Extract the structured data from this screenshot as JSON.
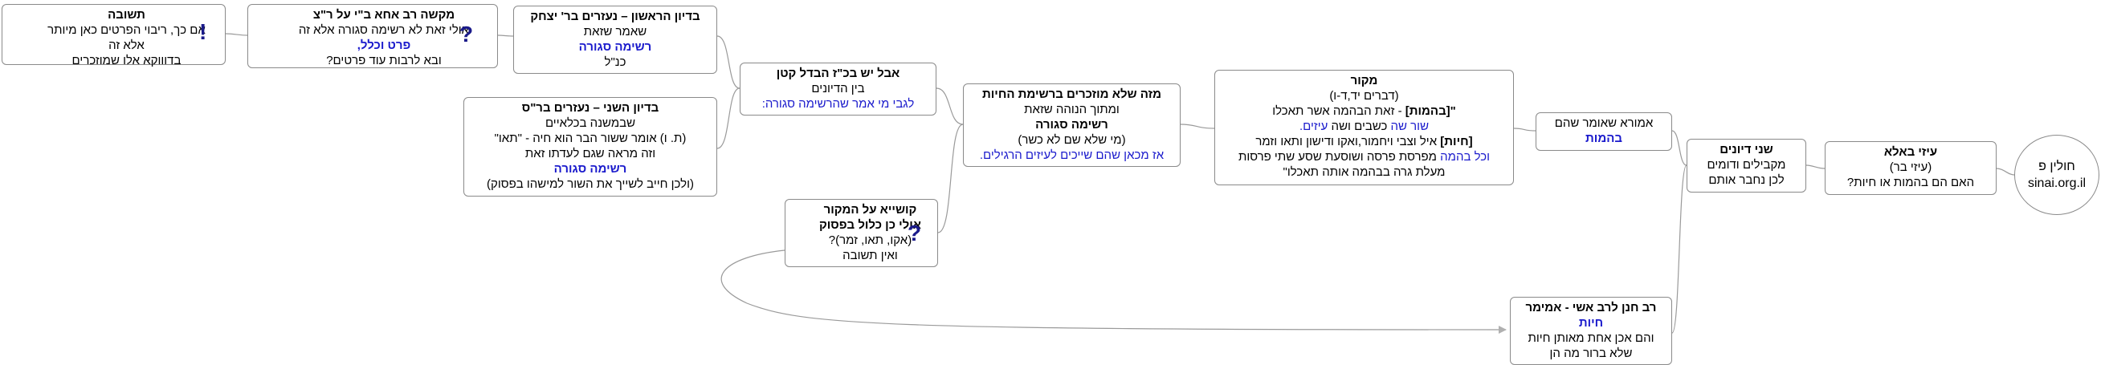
{
  "root": {
    "line1": "חולין פ",
    "line2": "sinai.org.il"
  },
  "n_izzi": {
    "title": "עיזי באלא",
    "l1": "(עיזי בר)",
    "l2": "האם הם בהמות או חיות?"
  },
  "n_shnei": {
    "title": "שני דיונים",
    "l1": "מקבילים ודומים",
    "l2": "לכן נחבר אותם"
  },
  "n_amora": {
    "l1": "אמורא שאומר שהם",
    "l2": "בהמות"
  },
  "n_makor": {
    "title": "מקור",
    "l1": "(דברים יד,ד-ו)",
    "l2a": "\"[בהמות]",
    "l2b": " - זאת הבהמה אשר תאכלו",
    "l3a": "שור",
    "l3b": "שה",
    "l3c": " כשבים ושה ",
    "l3d": "עיזים.",
    "l4a": "[חיות]",
    "l4b": " איל וצבי ויחמור,ואקו ודישון ותאו וזמר",
    "l5a": "וכל בהמה",
    "l5b": " מפרסת פרסה ושוסעת שסע שתי פרסות",
    "l6": "מעלת גרה בבהמה אותה תאכלו\""
  },
  "n_mize": {
    "title": "מזה שלא מוזכרים ברשימת החיות",
    "l1": "ומתוך הנוהה שזאת",
    "l2": "רשימה סגורה",
    "l3": "(מי שלא שם לא כשר)",
    "l4": "אז מכאן שהם שייכים לעיזים הרגילים."
  },
  "n_aval": {
    "title": "אבל יש בכ\"ז הבדל קטן",
    "l1": "בין הדיונים",
    "l2": "לגבי מי אמר שהרשימה סגורה:"
  },
  "n_dion1": {
    "title": "בדיון הראשון – נעזרים בר' יצחק",
    "l1": "שאמר שזאת",
    "l2": "רשימה סגורה",
    "l3": "כנ\"ל"
  },
  "n_dion2": {
    "title": "בדיון השני – נעזרים בר\"ס",
    "l1": "שבמשנה בכלאיים",
    "l2": "(ת. ו) אומר ששור הבר הוא חיה - \"תאו\"",
    "l3": "וזה מראה שגם לעדתו זאת",
    "l4": "רשימה סגורה",
    "l5": "(ולכן חייב לשייך את השור למישהו בפסוק)"
  },
  "n_kasha": {
    "title": "מקשה רב אחא ב\"י על ר\"צ",
    "l1": "אולי זאת לא רשימה סגורה אלא זה",
    "l2": "פרט וכלל,",
    "l3": "ובא לרבות עוד פרטים?"
  },
  "n_teshuva": {
    "title": "תשובה",
    "l1": "אם כך, ריבוי הפרטים כאן מיותר",
    "l2": "אלא זה",
    "l3": "בדוווקא אלו שמוזכרים"
  },
  "n_kushia": {
    "title": "קושייא על המקור",
    "l1": "אולי כן כלול בפסוק",
    "l2": "(אקו, תאו, זמר)?",
    "l3": "ואין תשובה"
  },
  "n_rav": {
    "title": "רב חנן לרב אשי - אמימר",
    "l1": "חיות",
    "l2": "והם אכן אחת מאותן חיות",
    "l3": "שלא ברור מה הן"
  },
  "icons": {
    "question": "?",
    "exclaim": "!"
  },
  "colors": {
    "border": "#8a8a8a",
    "edge": "#9a9a9a",
    "accent": "#1a1acc"
  }
}
